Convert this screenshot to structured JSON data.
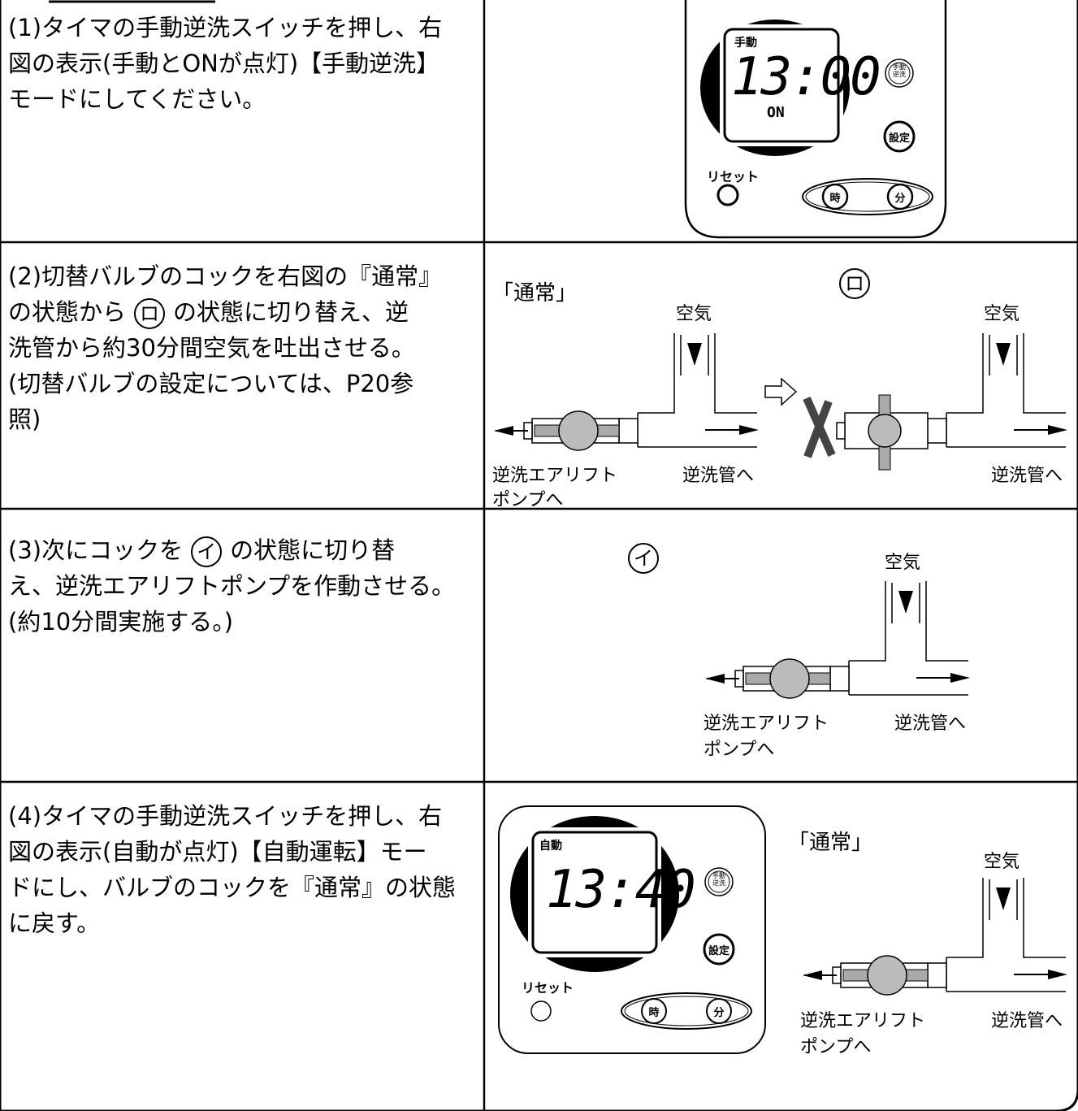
{
  "steps": [
    {
      "lines": [
        "(1)タイマの手動逆洗スイッチを押し、右",
        "図の表示(手動とONが点灯)【手動逆洗】",
        "モードにしてください。"
      ]
    },
    {
      "lines": [
        "(2)切替バルブのコックを右図の『通常』",
        "の状態から {c} の状態に切り替え、逆",
        "洗管から約30分間空気を吐出させる。",
        "(切替バルブの設定については、P20参",
        "照)"
      ],
      "circle": "ロ"
    },
    {
      "lines": [
        "(3)次にコックを {c} の状態に切り替",
        "え、逆洗エアリフトポンプを作動させる。",
        "(約10分間実施する。)"
      ],
      "circle": "イ"
    },
    {
      "lines": [
        "(4)タイマの手動逆洗スイッチを押し、右",
        "図の表示(自動が点灯)【自動運転】モー",
        "ドにし、バルブのコックを『通常』の状態",
        "に戻す。"
      ]
    }
  ],
  "timer1": {
    "mode": "手動",
    "time": "13:00",
    "on": "ON",
    "btn_manual": "手動\n逆洗",
    "btn_set": "設定",
    "reset": "リセット",
    "btn_hour": "時",
    "btn_min": "分"
  },
  "timer2": {
    "mode": "自動",
    "time": "13:40",
    "btn_manual": "手動\n逆洗",
    "btn_set": "設定",
    "reset": "リセット",
    "btn_hour": "時",
    "btn_min": "分"
  },
  "valve_labels": {
    "normal": "「通常」",
    "ro": "ロ",
    "i": "イ",
    "air": "空気",
    "to_pipe": "逆洗管へ",
    "to_pump_1": "逆洗エアリフト",
    "to_pump_2": "ポンプへ"
  }
}
